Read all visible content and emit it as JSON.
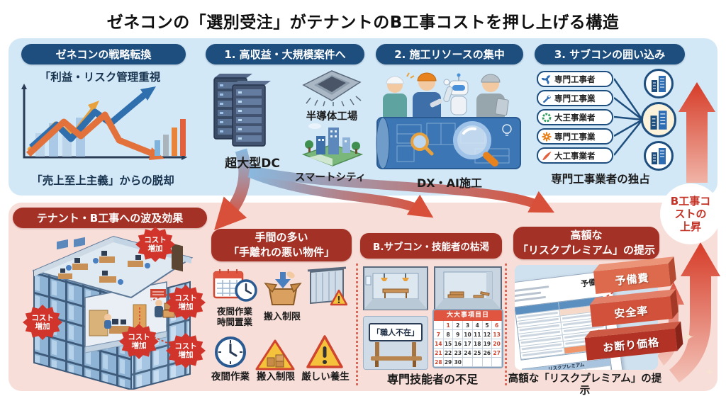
{
  "title": "ゼネコンの「選別受注」がテナントのB工事コストを押し上げる構造",
  "colors": {
    "band_top": "#d3e8f6",
    "band_bottom": "#f8ded9",
    "navy_header": "#1d4e7e",
    "red_header": "#a43126",
    "cost_badge_red": "#d0342a",
    "arrow_red": "#d9503a",
    "arrow_blue": "#8ab8de"
  },
  "top": {
    "strategy": {
      "header": "ゼネコンの戦略転換",
      "label_top": "「利益・リスク管理重視",
      "label_bottom": "「売上至上主義」からの脱却"
    },
    "section1": {
      "header": "1. 高収益・大規模案件へ",
      "label_dc": "超大型DC",
      "label_chip": "半導体工場",
      "label_city": "スマートシティ"
    },
    "section2": {
      "header": "2. 施工リソースの集中",
      "caption": "DX・AI施工"
    },
    "section3": {
      "header": "3. サブコンの囲い込み",
      "subcontractors": [
        {
          "label": "専門工事者",
          "icon": "fan-icon",
          "color": "#2e6db4"
        },
        {
          "label": "専門工事業",
          "icon": "wrench-icon",
          "color": "#2e6db4"
        },
        {
          "label": "大王事業者",
          "icon": "wreath-icon",
          "color": "#2f9e5f"
        },
        {
          "label": "専門工事業",
          "icon": "gear-icon",
          "color": "#e8821e"
        },
        {
          "label": "大工事業者",
          "icon": "feather-icon",
          "color": "#e2603c"
        }
      ],
      "caption": "専門工事業者の独占"
    }
  },
  "right_rail": {
    "lines": [
      "B工事コ",
      "ストの",
      "上昇"
    ]
  },
  "bottom": {
    "header": "テナント・B工事への波及効果",
    "cost_badge": "コスト増加",
    "panel1": {
      "header_lines": [
        "手間の多い",
        "「手離れの悪い物件」"
      ],
      "row1_labels": [
        "夜間作業",
        "時間置業",
        "搬入制限"
      ],
      "row2_labels": [
        "夜間作業",
        "搬入制限",
        "厳しい養生"
      ]
    },
    "panel2": {
      "header": "B.サブコン・技能者の枯渇",
      "sign": "「職人不在」",
      "calendar": {
        "title": "大大事項目日",
        "rows": [
          [
            "",
            1,
            2,
            3,
            4,
            5,
            6
          ],
          [
            7,
            8,
            9,
            10,
            11,
            12,
            13
          ],
          [
            14,
            15,
            16,
            17,
            18,
            19,
            20
          ],
          [
            21,
            22,
            23,
            24,
            25,
            26,
            27
          ],
          [
            28,
            29,
            30,
            "",
            "",
            "",
            ""
          ]
        ],
        "red": [
          1,
          6,
          7,
          13,
          14,
          20,
          21,
          27,
          28
        ]
      },
      "caption": "専門技能者の不足"
    },
    "panel3": {
      "header_lines": [
        "高額な",
        "「リスクプレミアム」の提示"
      ],
      "doc_title": "予備費",
      "doc_row_label": "リスクプレミアム",
      "blocks": [
        "予備費",
        "安全率",
        "お断り価格"
      ],
      "caption": "高額な「リスクプレミアム」の提示"
    }
  }
}
